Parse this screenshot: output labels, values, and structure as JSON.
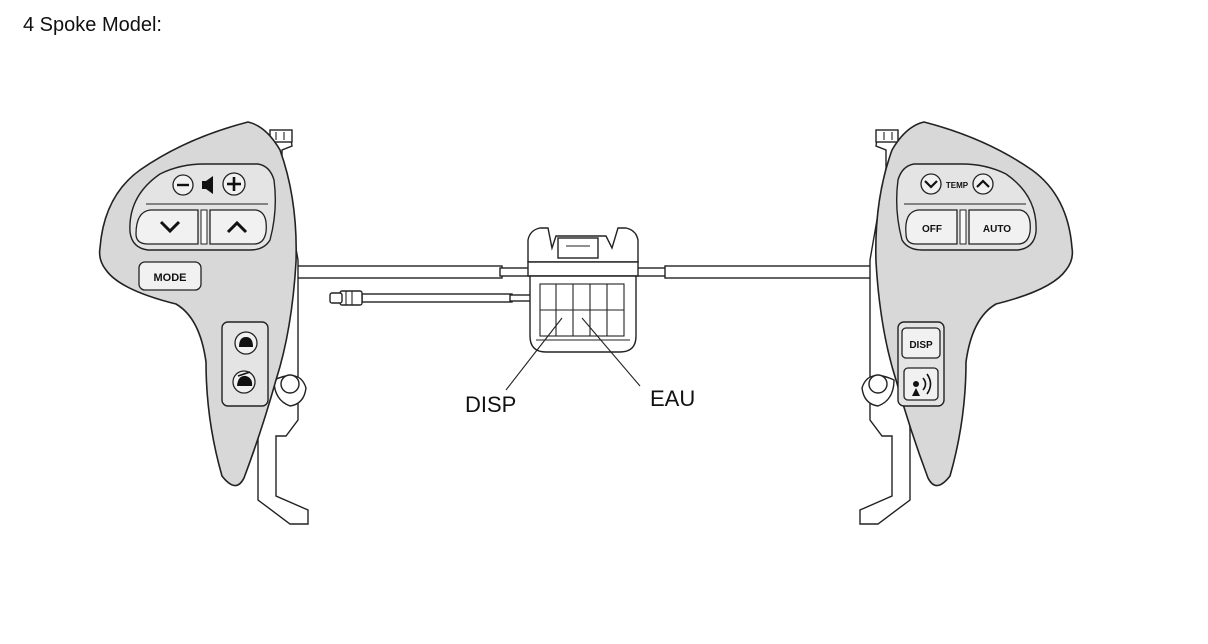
{
  "title": "4 Spoke Model:",
  "callouts": {
    "disp": "DISP",
    "eau": "EAU"
  },
  "left_switch": {
    "mode_label": "MODE",
    "volume_icon": "speaker-icon",
    "minus_icon": "minus-icon",
    "plus_icon": "plus-icon",
    "down_icon": "chevron-down-icon",
    "up_icon": "chevron-up-icon",
    "phone_on_icon": "phone-on-hook-icon",
    "phone_off_icon": "phone-off-hook-icon"
  },
  "right_switch": {
    "temp_label": "TEMP",
    "off_label": "OFF",
    "auto_label": "AUTO",
    "disp_label": "DISP",
    "voice_icon": "voice-icon",
    "temp_down_icon": "chevron-down-icon",
    "temp_up_icon": "chevron-up-icon"
  },
  "colors": {
    "line": "#222222",
    "body": "#d8d8d8",
    "pad": "#e4e4e4",
    "background": "#ffffff"
  }
}
